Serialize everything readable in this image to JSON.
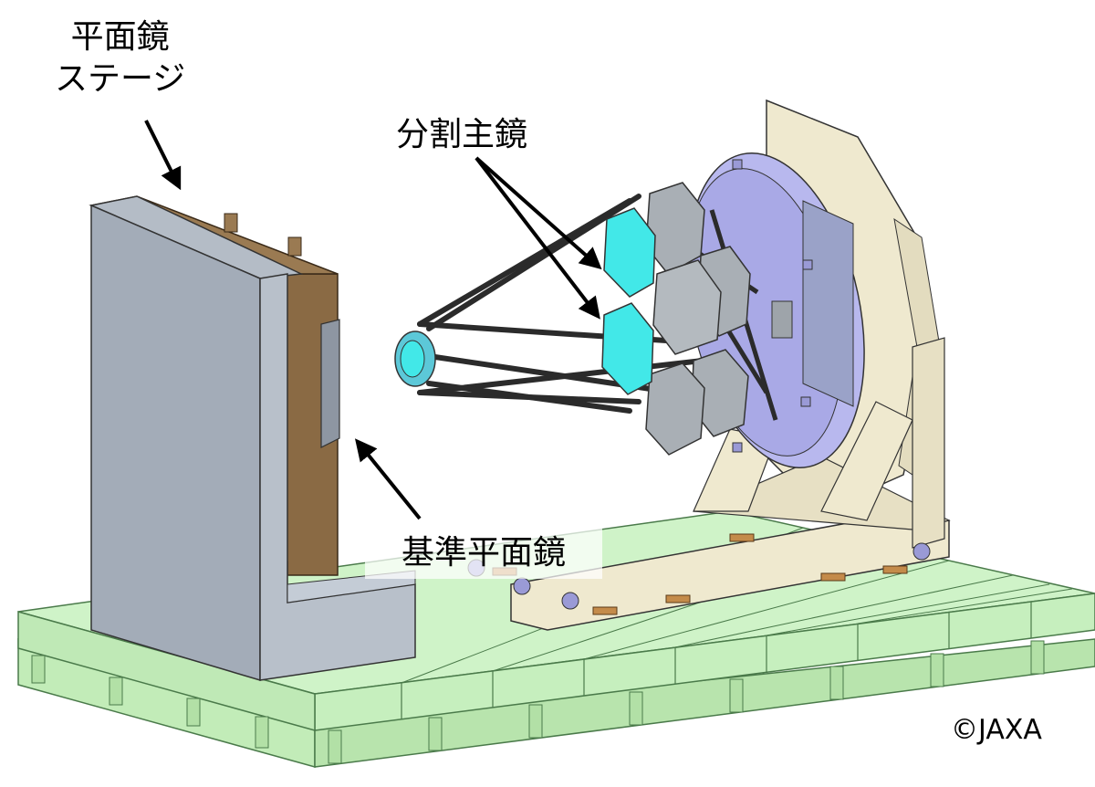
{
  "labels": {
    "flat_mirror_stage_line1": "平面鏡",
    "flat_mirror_stage_line2": "ステージ",
    "segmented_primary": "分割主鏡",
    "reference_flat": "基準平面鏡",
    "copyright": "©JAXA"
  },
  "colors": {
    "floor_green": "#c9f0c2",
    "floor_edge": "#4a7a4a",
    "stage_gray": "#a3acb8",
    "stage_bronze": "#8a6a44",
    "segment_gray": "#a9afb5",
    "segment_cyan": "#42e8e8",
    "ring_lavender": "#a9a9e6",
    "frame_cream": "#efe9cf",
    "truss_dark": "#2b2b2b"
  }
}
